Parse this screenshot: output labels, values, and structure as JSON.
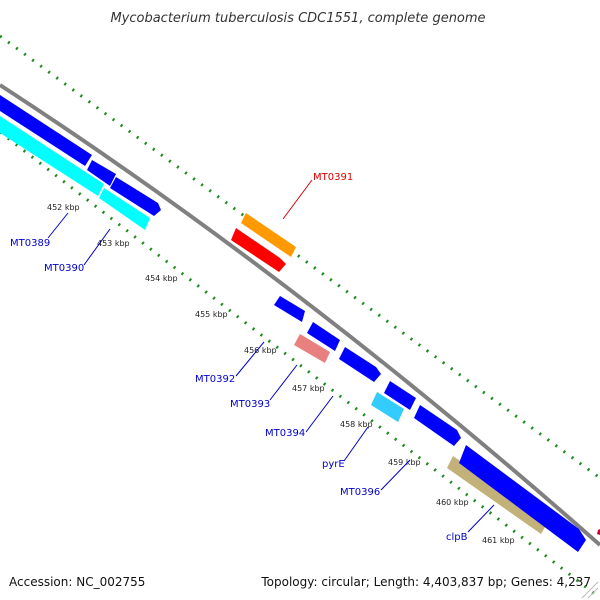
{
  "title": "Mycobacterium tuberculosis CDC1551, complete genome",
  "footer": {
    "accession": "Accession: NC_002755",
    "summary": "Topology: circular; Length: 4,403,837 bp; Genes: 4,237"
  },
  "colors": {
    "backbone": "#808080",
    "dotted_track": "#1f8a1f",
    "blue_gene": "#0000ff",
    "cyan_gene": "#00ffff",
    "light_blue_gene": "#33ccff",
    "orange_gene": "#ff9900",
    "red_gene": "#ff0000",
    "pink_gene": "#e88080",
    "khaki_gene": "#c2b27a",
    "label_blue": "#0000cc",
    "label_red": "#dd0000"
  },
  "ticks": [
    {
      "label": "452 kbp"
    },
    {
      "label": "453 kbp"
    },
    {
      "label": "454 kbp"
    },
    {
      "label": "455 kbp"
    },
    {
      "label": "456 kbp"
    },
    {
      "label": "457 kbp"
    },
    {
      "label": "458 kbp"
    },
    {
      "label": "459 kbp"
    },
    {
      "label": "460 kbp"
    },
    {
      "label": "461 kbp"
    }
  ],
  "gene_labels": [
    {
      "label": "MT0389",
      "color": "label_blue"
    },
    {
      "label": "MT0390",
      "color": "label_blue"
    },
    {
      "label": "MT0391",
      "color": "label_red"
    },
    {
      "label": "MT0392",
      "color": "label_blue"
    },
    {
      "label": "MT0393",
      "color": "label_blue"
    },
    {
      "label": "MT0394",
      "color": "label_blue"
    },
    {
      "label": "pyrE",
      "color": "label_blue"
    },
    {
      "label": "MT0396",
      "color": "label_blue"
    },
    {
      "label": "clpB",
      "color": "label_blue"
    }
  ]
}
